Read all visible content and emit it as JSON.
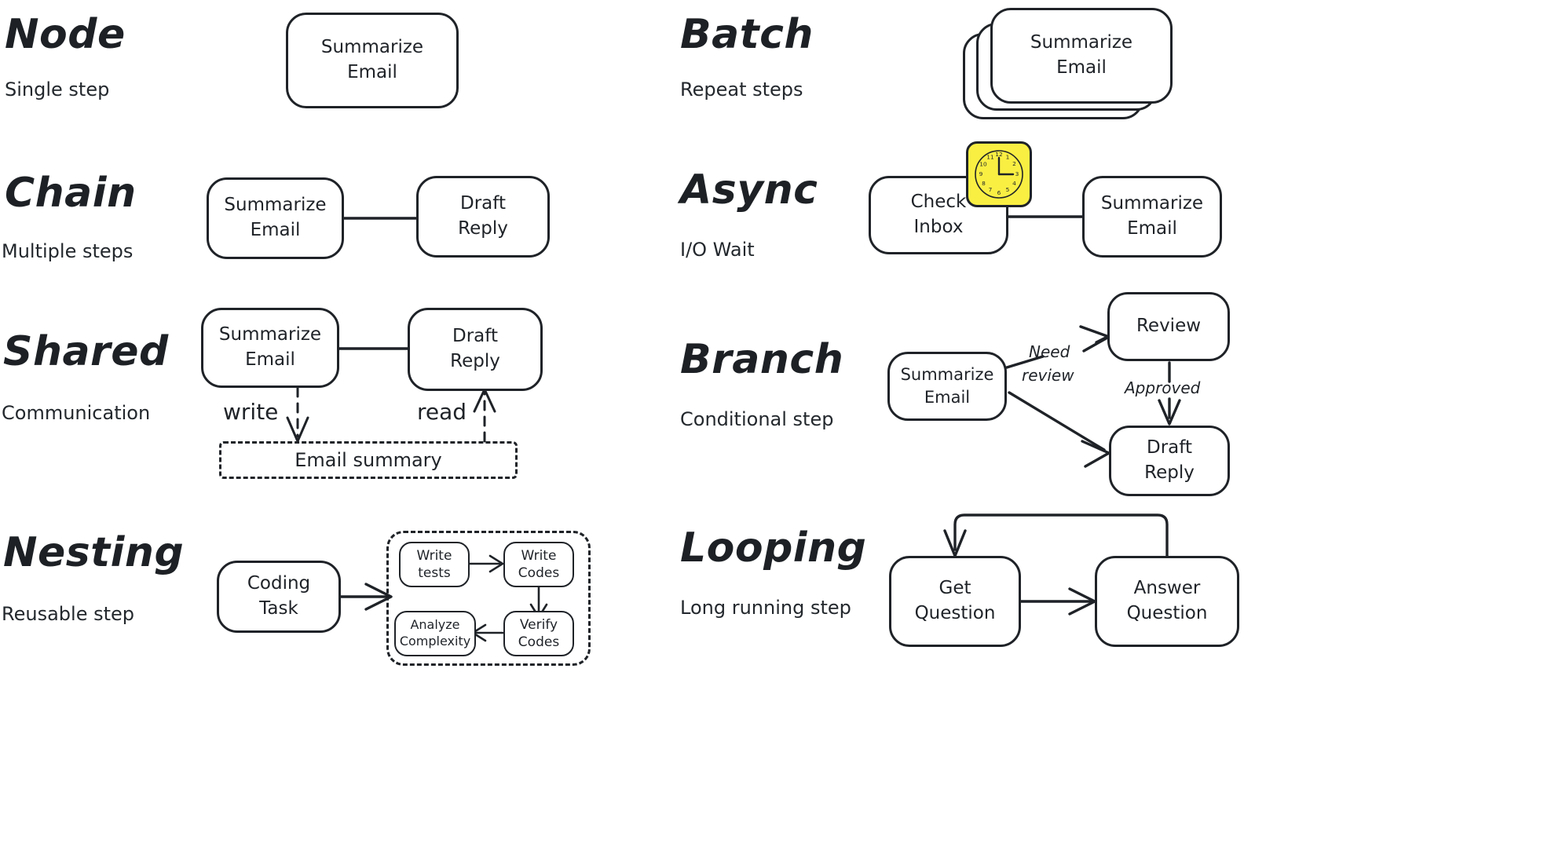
{
  "page": {
    "background": "#ffffff",
    "ink": "#1f2328",
    "accent_yellow": "#f9ef43"
  },
  "patterns": [
    {
      "id": "node",
      "title": "Node",
      "subtitle": "Single step",
      "nodes": [
        {
          "label": "Summarize\nEmail"
        }
      ],
      "edges": []
    },
    {
      "id": "batch",
      "title": "Batch",
      "subtitle": "Repeat steps",
      "nodes": [
        {
          "label": "Summarize\nEmail",
          "stacked": 3
        }
      ],
      "edges": []
    },
    {
      "id": "chain",
      "title": "Chain",
      "subtitle": "Multiple steps",
      "nodes": [
        {
          "label": "Summarize\nEmail"
        },
        {
          "label": "Draft\nReply"
        }
      ],
      "edges": [
        {
          "from": "Summarize Email",
          "to": "Draft Reply",
          "label": "",
          "style": "solid"
        }
      ]
    },
    {
      "id": "async",
      "title": "Async",
      "subtitle": "I/O Wait",
      "nodes": [
        {
          "label": "Check\nInbox"
        },
        {
          "label": "Summarize\nEmail"
        }
      ],
      "edges": [
        {
          "from": "Check Inbox",
          "to": "Summarize Email",
          "label": "",
          "style": "solid"
        }
      ],
      "icon": {
        "name": "clock-icon",
        "hours": [
          "12",
          "1",
          "2",
          "3",
          "4",
          "5",
          "6",
          "7",
          "8",
          "9",
          "10",
          "11"
        ],
        "time": "3:00"
      }
    },
    {
      "id": "shared",
      "title": "Shared",
      "subtitle": "Communication",
      "nodes": [
        {
          "label": "Summarize\nEmail"
        },
        {
          "label": "Draft\nReply"
        },
        {
          "label": "Email summary",
          "style": "dashed"
        }
      ],
      "edges": [
        {
          "from": "Summarize Email",
          "to": "Draft Reply",
          "label": "",
          "style": "solid"
        },
        {
          "from": "Summarize Email",
          "to": "Email summary",
          "label": "write",
          "style": "dashed"
        },
        {
          "from": "Email summary",
          "to": "Draft Reply",
          "label": "read",
          "style": "dashed"
        }
      ]
    },
    {
      "id": "branch",
      "title": "Branch",
      "subtitle": "Conditional step",
      "nodes": [
        {
          "label": "Summarize\nEmail"
        },
        {
          "label": "Review"
        },
        {
          "label": "Draft\nReply"
        }
      ],
      "edges": [
        {
          "from": "Summarize Email",
          "to": "Review",
          "label": "Need\nreview",
          "style": "solid"
        },
        {
          "from": "Summarize Email",
          "to": "Draft Reply",
          "label": "",
          "style": "solid"
        },
        {
          "from": "Review",
          "to": "Draft Reply",
          "label": "Approved",
          "style": "solid"
        }
      ]
    },
    {
      "id": "nesting",
      "title": "Nesting",
      "subtitle": "Reusable step",
      "nodes": [
        {
          "label": "Coding\nTask"
        },
        {
          "label": "Write\ntests",
          "group": "inner"
        },
        {
          "label": "Write\nCodes",
          "group": "inner"
        },
        {
          "label": "Verify\nCodes",
          "group": "inner"
        },
        {
          "label": "Analyze\nComplexity",
          "group": "inner"
        }
      ],
      "edges": [
        {
          "from": "Coding Task",
          "to": "Write tests",
          "label": "",
          "style": "solid"
        },
        {
          "from": "Write tests",
          "to": "Write Codes",
          "label": "",
          "style": "solid"
        },
        {
          "from": "Write Codes",
          "to": "Verify Codes",
          "label": "",
          "style": "solid"
        },
        {
          "from": "Verify Codes",
          "to": "Analyze Complexity",
          "label": "",
          "style": "solid"
        }
      ]
    },
    {
      "id": "looping",
      "title": "Looping",
      "subtitle": "Long running step",
      "nodes": [
        {
          "label": "Get\nQuestion"
        },
        {
          "label": "Answer\nQuestion"
        }
      ],
      "edges": [
        {
          "from": "Get Question",
          "to": "Answer Question",
          "label": "",
          "style": "solid"
        },
        {
          "from": "Answer Question",
          "to": "Get Question",
          "label": "",
          "style": "loop"
        }
      ]
    }
  ],
  "labels": {
    "node_title": "Node",
    "node_sub": "Single step",
    "node_box": "Summarize\nEmail",
    "batch_title": "Batch",
    "batch_sub": "Repeat steps",
    "batch_box": "Summarize\nEmail",
    "chain_title": "Chain",
    "chain_sub": "Multiple steps",
    "chain_box1": "Summarize\nEmail",
    "chain_box2": "Draft\nReply",
    "async_title": "Async",
    "async_sub": "I/O Wait",
    "async_box1": "Check\nInbox",
    "async_box2": "Summarize\nEmail",
    "shared_title": "Shared",
    "shared_sub": "Communication",
    "shared_box1": "Summarize\nEmail",
    "shared_box2": "Draft\nReply",
    "shared_store": "Email summary",
    "shared_write": "write",
    "shared_read": "read",
    "branch_title": "Branch",
    "branch_sub": "Conditional step",
    "branch_box1": "Summarize\nEmail",
    "branch_box2": "Review",
    "branch_box3": "Draft\nReply",
    "branch_need": "Need",
    "branch_review": "review",
    "branch_approved": "Approved",
    "nesting_title": "Nesting",
    "nesting_sub": "Reusable step",
    "nesting_box1": "Coding\nTask",
    "nesting_inner1": "Write\ntests",
    "nesting_inner2": "Write\nCodes",
    "nesting_inner3": "Verify\nCodes",
    "nesting_inner4": "Analyze\nComplexity",
    "looping_title": "Looping",
    "looping_sub": "Long running step",
    "looping_box1": "Get\nQuestion",
    "looping_box2": "Answer\nQuestion"
  },
  "clock": {
    "numerals": [
      "12",
      "1",
      "2",
      "3",
      "4",
      "5",
      "6",
      "7",
      "8",
      "9",
      "10",
      "11"
    ]
  }
}
